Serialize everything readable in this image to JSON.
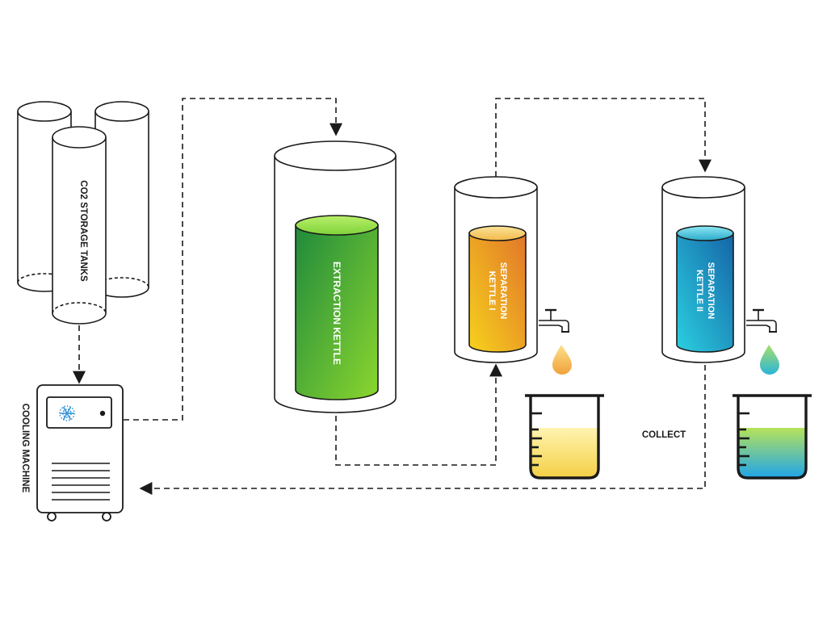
{
  "labels": {
    "co2_tanks": "CO2 STORAGE TANKS",
    "cooling_machine": "COOLING MACHINE",
    "extraction_kettle": "EXTRACTION KETTLE",
    "separation_kettle_1_line1": "SEPARATION",
    "separation_kettle_1_line2": "KETTLE  I",
    "separation_kettle_2_line1": "SEPARATION",
    "separation_kettle_2_line2": "KETTLE  II",
    "collect": "COLLECT"
  },
  "colors": {
    "outline": "#1a1a1a",
    "extraction_liquid": [
      "#8bd62e",
      "#1f8a3c"
    ],
    "separation_1_liquid": [
      "#f6d21c",
      "#e2822a"
    ],
    "separation_2_liquid": [
      "#2bd0e0",
      "#1565a8"
    ],
    "beaker_1_liquid": [
      "#fff1a3",
      "#f5d24a"
    ],
    "beaker_2_liquid": [
      "#b6e35a",
      "#25a9e8"
    ]
  },
  "icons": {
    "display": "snowflake-icon",
    "tap": "faucet-icon",
    "drop": "droplet-icon"
  }
}
